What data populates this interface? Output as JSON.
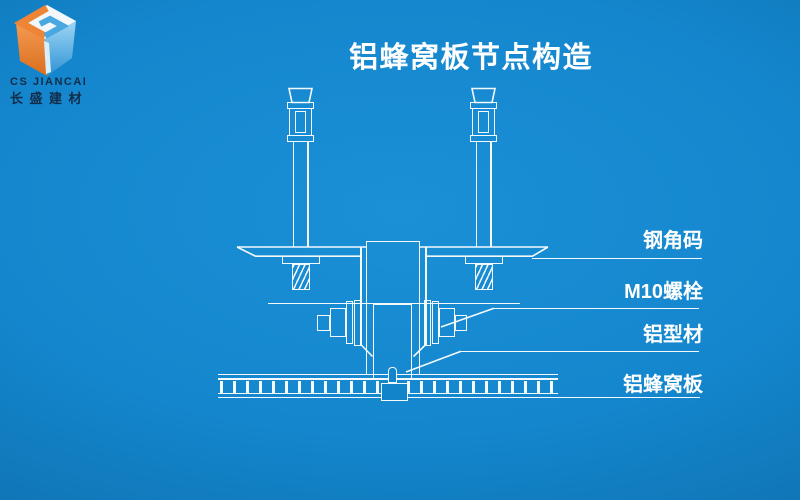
{
  "brand": {
    "name_en": "CS JIANCAI",
    "name_zh": "长盛建材"
  },
  "title": "铝蜂窝板节点构造",
  "labels": {
    "steel_angle": "钢角码",
    "m10_bolt": "M10螺栓",
    "aluminum_profile": "铝型材",
    "honeycomb_panel": "铝蜂窝板"
  },
  "colors": {
    "background_center": "#1b90d6",
    "background_edge": "#085788",
    "line_white": "#f4f9fd",
    "text_white": "#ffffff",
    "logo_orange": "#ee8435",
    "logo_blue": "#3f9fdc",
    "logo_text_navy": "#132c47"
  }
}
